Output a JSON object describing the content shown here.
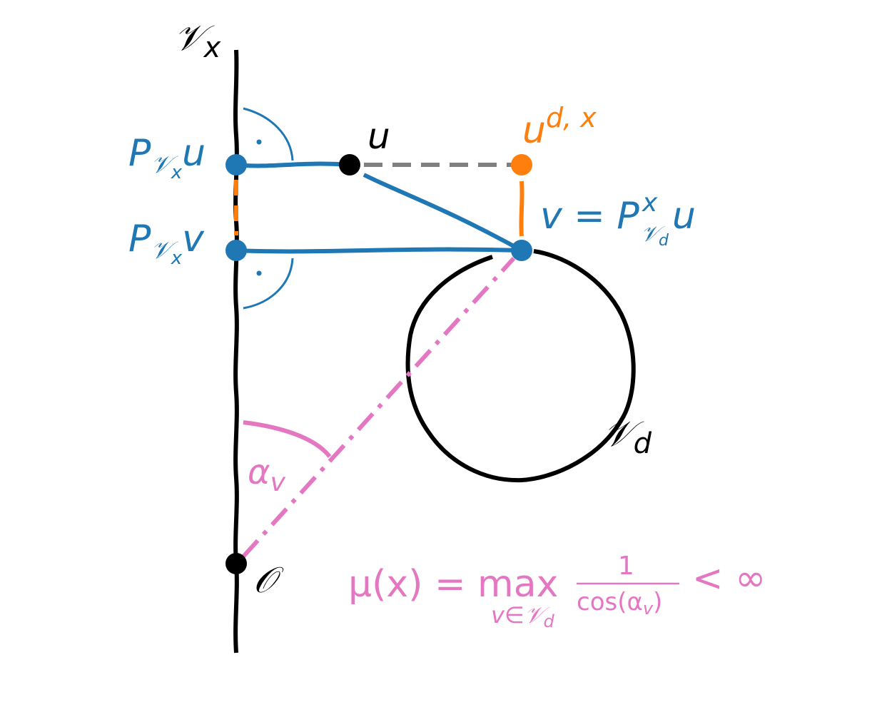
{
  "labels": {
    "V_x": {
      "main": "𝒱",
      "sub": "x"
    },
    "u": "u",
    "u_dx": {
      "main": "u",
      "sup": "d, x"
    },
    "P_vx_u": {
      "P": "P",
      "subMain": "𝒱",
      "subSub": "x",
      "tail": "u"
    },
    "P_vx_v": {
      "P": "P",
      "subMain": "𝒱",
      "subSub": "x",
      "tail": "v"
    },
    "v_eq": {
      "lhs": "v = P",
      "sup": "x",
      "subMain": "𝒱",
      "subSub": "d",
      "tail": "u"
    },
    "V_d": {
      "main": "𝒱",
      "sub": "d"
    },
    "alpha_v": {
      "main": "α",
      "sub": "v"
    },
    "origin": "𝒪",
    "mu_formula": {
      "lhs": "μ(x) = max",
      "under": "v∈𝒱",
      "underSub": "d",
      "numerator": "1",
      "denominator": "cos(α",
      "denominatorSub": "v",
      "denominatorClose": ")",
      "rhs": "< ∞"
    }
  },
  "colors": {
    "black": "#000000",
    "blue": "#1f77b4",
    "orange": "#ff7f0e",
    "gray": "#808080",
    "pink": "#e377c2"
  }
}
